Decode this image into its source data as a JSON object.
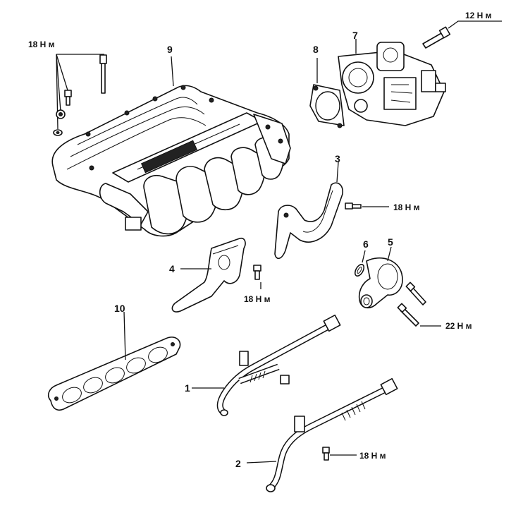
{
  "callouts": {
    "c1": "1",
    "c2": "2",
    "c3": "3",
    "c4": "4",
    "c5": "5",
    "c6": "6",
    "c7": "7",
    "c8": "8",
    "c9": "9",
    "c10": "10"
  },
  "torques": {
    "t_top_left": "18 Н м",
    "t_top_right": "12 Н м",
    "t_bracket3": "18 Н м",
    "t_bracket4": "18 Н м",
    "t_thermostat": "22 Н м",
    "t_pipe2": "18 Н м"
  }
}
